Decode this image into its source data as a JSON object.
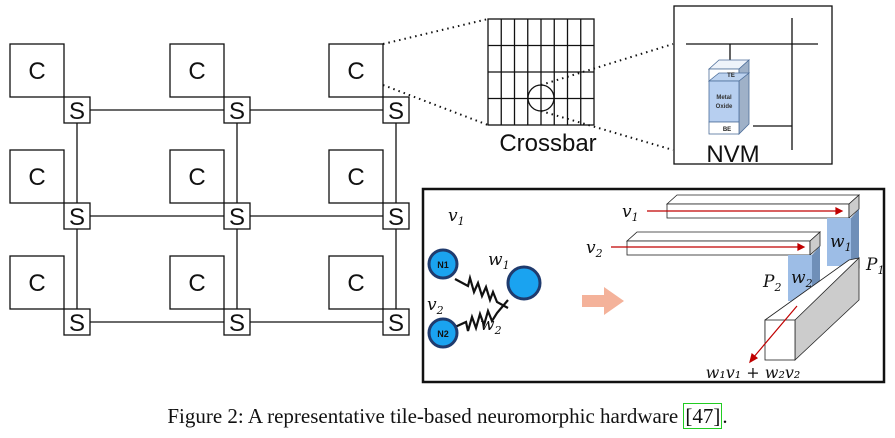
{
  "tile_grid": {
    "core_label": "C",
    "switch_label": "S",
    "rows": 3,
    "cols": 3
  },
  "crossbar": {
    "label": "Crossbar",
    "columns": 8,
    "rows": 4
  },
  "nvm": {
    "label": "NVM",
    "top_electrode": "TE",
    "metal_oxide_line1": "Metal",
    "metal_oxide_line2": "Oxide",
    "bottom_electrode": "BE"
  },
  "snn_panel": {
    "neuron1": "N1",
    "neuron2": "N2",
    "v1": "v",
    "v1_sub": "1",
    "v2": "v",
    "v2_sub": "2",
    "w1": "w",
    "w1_sub": "1",
    "w2": "w",
    "w2_sub": "2",
    "p1": "P",
    "p1_sub": "1",
    "p2": "P",
    "p2_sub": "2",
    "output_expr": "w₁v₁ + w₂v₂"
  },
  "colors": {
    "neuron_fill": "#1aa3f0",
    "neuron_stroke": "#1f3b6e",
    "arrow_fill": "#f4b29a",
    "signal_red": "#c00000",
    "synapse_blue": "#8fb3dc",
    "cite_box": "#22cc22"
  },
  "caption": {
    "prefix": "Figure 2: A representative tile-based neuromorphic hardware ",
    "citation": "[47]",
    "suffix": "."
  }
}
